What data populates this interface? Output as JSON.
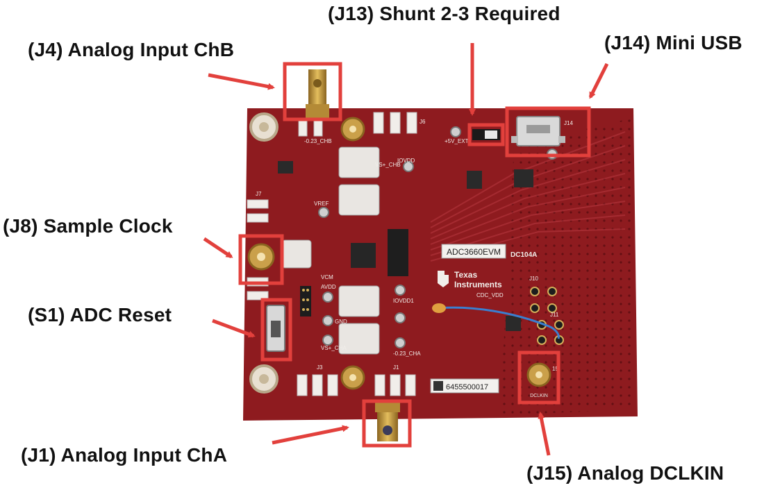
{
  "colors": {
    "pcb": "#8e1b1f",
    "pcb_dark": "#6e1014",
    "annotation": "#e2403c",
    "pad": "#f1eeea",
    "gold": "#c99a3a"
  },
  "callouts": {
    "j13": "(J13) Shunt 2-3 Required",
    "j4": "(J4) Analog Input ChB",
    "j14": "(J14) Mini USB",
    "j8": "(J8) Sample Clock",
    "s1": "(S1) ADC Reset",
    "j1": "(J1) Analog Input ChA",
    "j15": "(J15) Analog DCLKIN"
  },
  "board": {
    "model_label": "ADC3660EVM",
    "board_id": "DC104A",
    "logo_line1": "Texas",
    "logo_line2": "Instruments",
    "serial": "6455500017",
    "dclkin_label": "DCLKIN",
    "silk": {
      "j7": "J7",
      "j6": "J6",
      "j3": "J3",
      "j1": "J1",
      "j10": "J10",
      "j11": "J11",
      "j14": "J14",
      "j15": "15",
      "vcm": "VCM",
      "avdd": "AVDD",
      "gnd": "GND",
      "iovdd1": "IOVDD1",
      "iovdd": "IOVDD",
      "vs_cha": "VS+_CHA",
      "vs_chb": "VS+_CHB",
      "neg_cha": "-0.23_CHA",
      "neg_chb": "-0.23_CHB",
      "vref": "VREF",
      "plus5v": "+5V_EXT",
      "cdc_vdd": "CDC_VDD"
    }
  }
}
